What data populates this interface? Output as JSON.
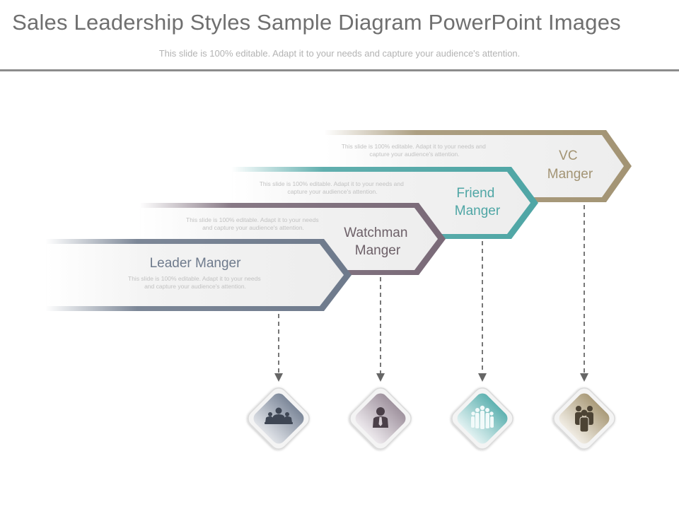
{
  "header": {
    "title": "Sales Leadership Styles Sample Diagram PowerPoint Images",
    "subtitle": "This slide is 100% editable. Adapt it to your needs and capture your audience's attention."
  },
  "steps": [
    {
      "label_lines": [
        "Leader Manger"
      ],
      "body_lines": [
        "This slide is 100% editable. Adapt it to your needs",
        "and capture your audience's attention."
      ],
      "color": "#6e7a8c",
      "icon": "leader-group-icon"
    },
    {
      "label_lines": [
        "Watchman",
        "Manger"
      ],
      "body_lines": [
        "This slide is 100% editable. Adapt it to your needs",
        "and capture your audience's attention."
      ],
      "color": "#7a6a78",
      "icon": "person-tie-icon"
    },
    {
      "label_lines": [
        "Friend",
        "Manger"
      ],
      "body_lines": [
        "This slide is 100% editable. Adapt it to your needs and",
        "capture your audience's attention."
      ],
      "color": "#4fa6a5",
      "icon": "crowd-icon"
    },
    {
      "label_lines": [
        "VC",
        "Manger"
      ],
      "body_lines": [
        "This slide is 100% editable. Adapt it to your needs and",
        "capture your audience's attention."
      ],
      "color": "#a39474",
      "icon": "people-icon"
    }
  ]
}
